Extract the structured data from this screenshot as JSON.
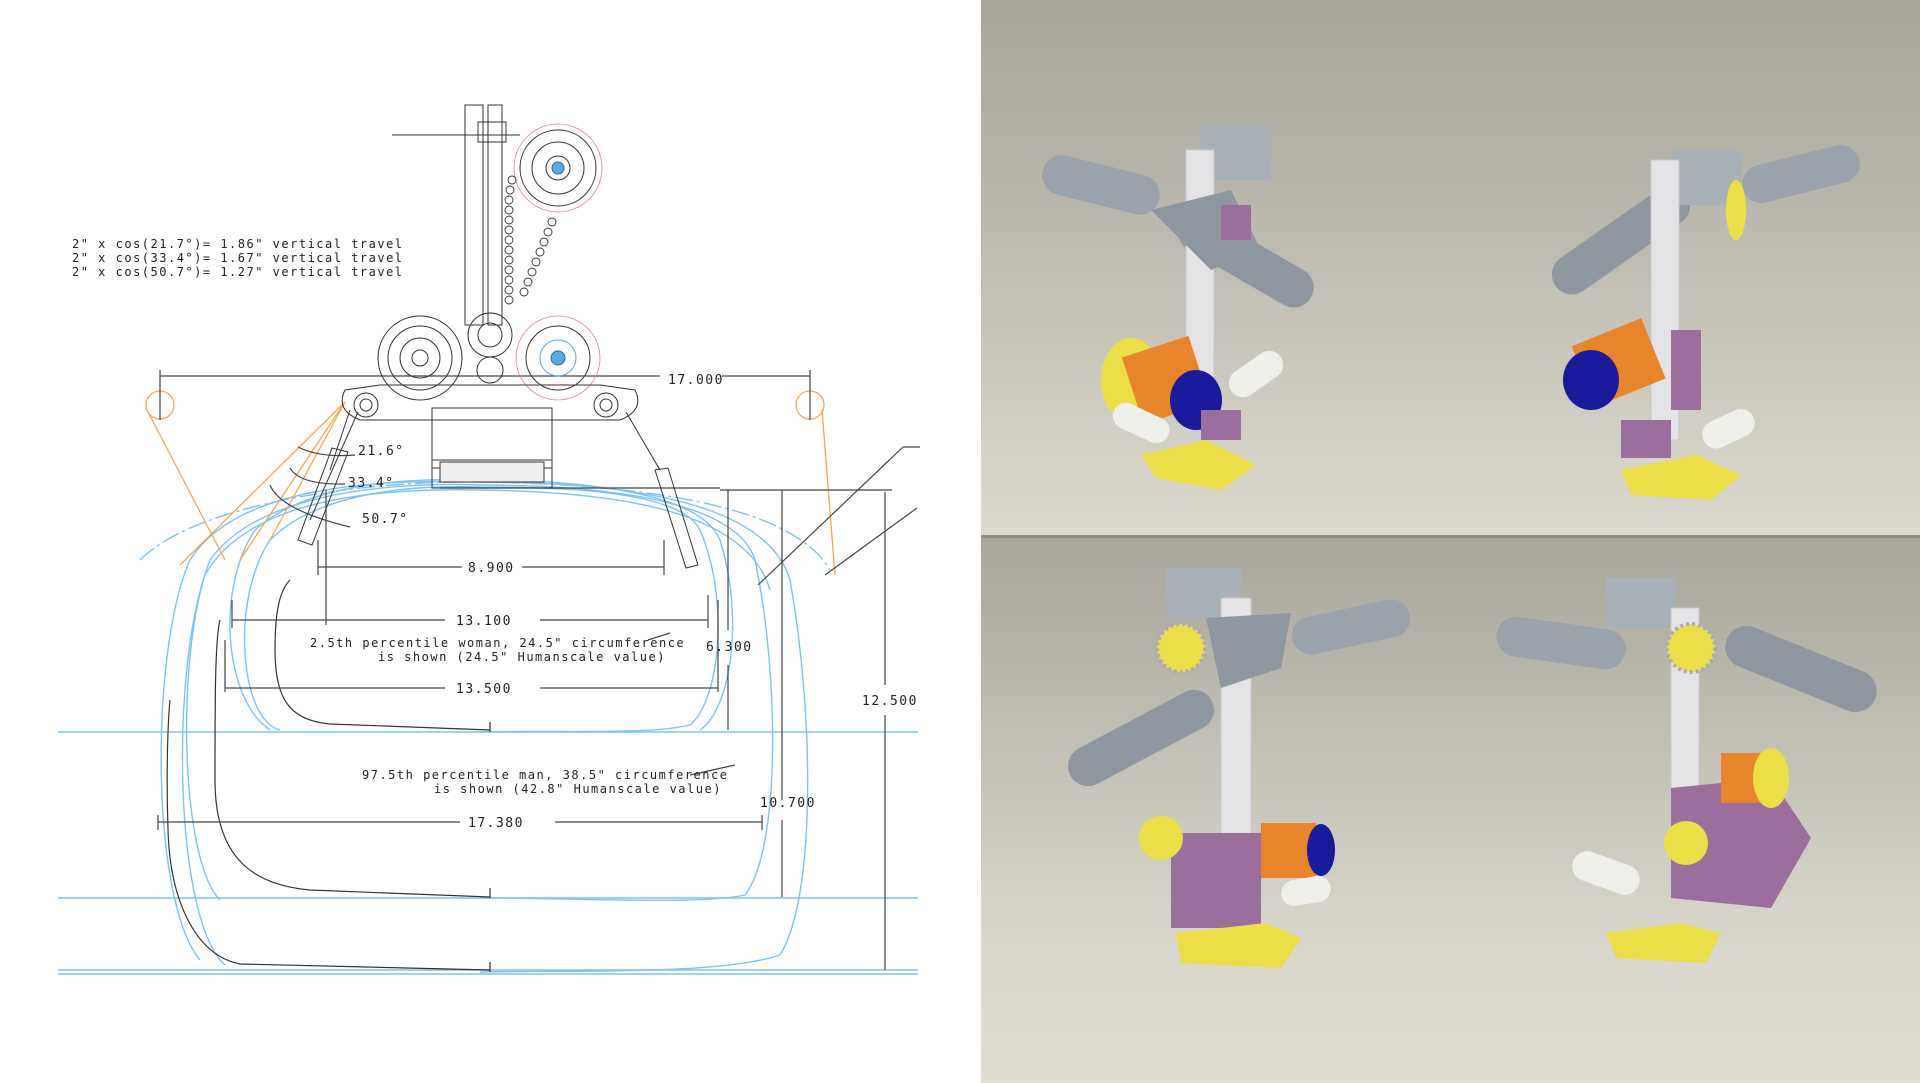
{
  "drawing": {
    "formula_lines": [
      "2\" x cos(21.7°)= 1.86\" vertical travel",
      "2\" x cos(33.4°)= 1.67\" vertical travel",
      "2\" x cos(50.7°)= 1.27\" vertical travel"
    ],
    "angles": [
      "21.6°",
      "33.4°",
      "50.7°"
    ],
    "dimensions": {
      "top_span": "17.000",
      "inner_width": "8.900",
      "woman_width": "13.100",
      "woman_outer_width": "13.500",
      "woman_height": "6.300",
      "man_width": "17.380",
      "man_height": "10.700",
      "overall_height": "12.500"
    },
    "annotations": {
      "woman_line1": "2.5th percentile woman, 24.5\" circumference",
      "woman_line2": "is shown (24.5\" Humanscale value)",
      "man_line1": "97.5th percentile man, 38.5\" circumference",
      "man_line2": "is shown (42.8\" Humanscale value)"
    },
    "colors": {
      "line": "#333333",
      "body_contour": "#7cc3ee",
      "cable": "#f4a84a"
    }
  },
  "renders": {
    "views": [
      "front-left-isometric",
      "rear-right-isometric",
      "front-lower-isometric",
      "rear-lower-isometric"
    ],
    "colors": {
      "handle": "#9aa3ab",
      "frame": "#a7b0b8",
      "column": "#e4e4e6",
      "spool": "#e8842a",
      "motor_cap": "#1a1a9c",
      "bracket": "#9c6e9e",
      "housing": "#ecdf45",
      "roller": "#efefe9"
    }
  }
}
